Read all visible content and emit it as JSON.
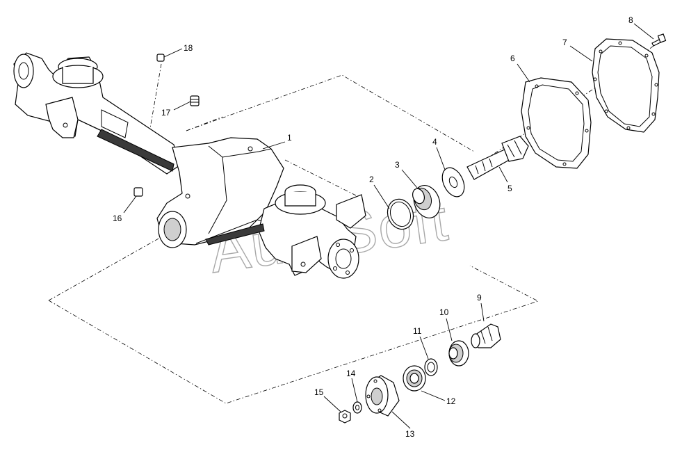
{
  "watermark": "AutoSoft",
  "callouts": {
    "p1": "1",
    "p2": "2",
    "p3": "3",
    "p4": "4",
    "p5": "5",
    "p6": "6",
    "p7": "7",
    "p8": "8",
    "p9": "9",
    "p10": "10",
    "p11": "11",
    "p12": "12",
    "p13": "13",
    "p14": "14",
    "p15": "15",
    "p16": "16",
    "p17": "17",
    "p18": "18"
  }
}
